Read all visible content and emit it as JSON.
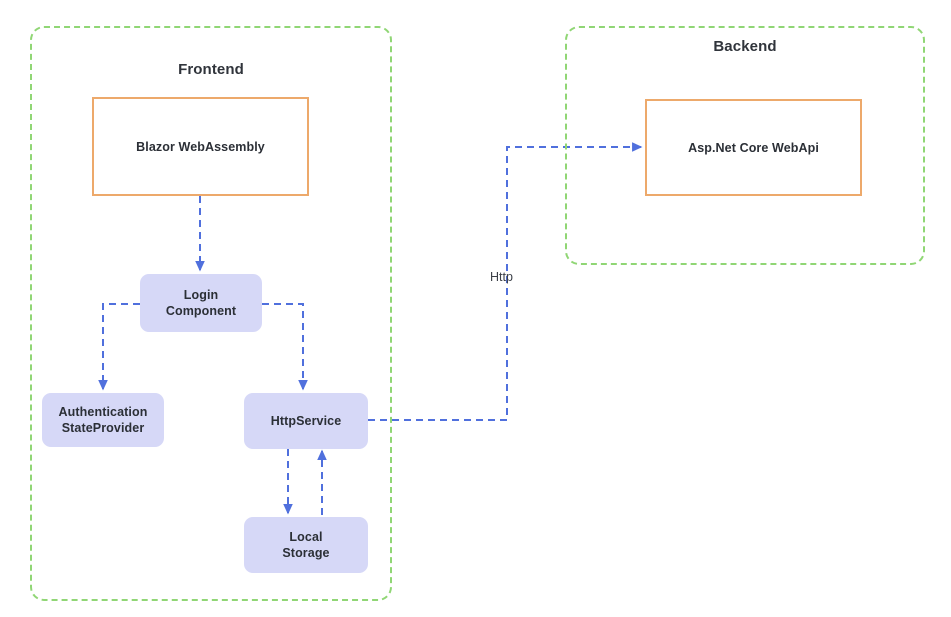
{
  "diagram": {
    "title_hidden": "",
    "colors": {
      "group_border": "#90d675",
      "rect_node_border": "#eda96b",
      "rect_node_fill": "#ffffff",
      "round_node_fill": "#d6d8f7",
      "edge": "#5070dd",
      "text": "#2b2f36",
      "background": "#ffffff"
    },
    "groups": [
      {
        "id": "frontend",
        "label": "Frontend"
      },
      {
        "id": "backend",
        "label": "Backend"
      }
    ],
    "nodes": [
      {
        "id": "blazor",
        "label": "Blazor WebAssembly",
        "shape": "rect",
        "group": "frontend"
      },
      {
        "id": "login",
        "label": "Login\nComponent",
        "shape": "round",
        "group": "frontend"
      },
      {
        "id": "authprov",
        "label": "Authentication\nStateProvider",
        "shape": "round",
        "group": "frontend"
      },
      {
        "id": "httpsvc",
        "label": "HttpService",
        "shape": "round",
        "group": "frontend"
      },
      {
        "id": "storage",
        "label": "Local\nStorage",
        "shape": "round",
        "group": "frontend"
      },
      {
        "id": "webapi",
        "label": "Asp.Net Core WebApi",
        "shape": "rect",
        "group": "backend"
      }
    ],
    "node_labels": {
      "blazor": "Blazor WebAssembly",
      "login_line1": "Login",
      "login_line2": "Component",
      "authprov_line1": "Authentication",
      "authprov_line2": "StateProvider",
      "httpsvc": "HttpService",
      "storage_line1": "Local",
      "storage_line2": "Storage",
      "webapi": "Asp.Net Core WebApi"
    },
    "edges": [
      {
        "id": "e1",
        "from": "blazor",
        "to": "login",
        "label": "",
        "style": "dashed",
        "arrow": "end"
      },
      {
        "id": "e2",
        "from": "login",
        "to": "authprov",
        "label": "",
        "style": "dashed",
        "arrow": "end"
      },
      {
        "id": "e3",
        "from": "login",
        "to": "httpsvc",
        "label": "",
        "style": "dashed",
        "arrow": "end"
      },
      {
        "id": "e4",
        "from": "httpsvc",
        "to": "storage",
        "label": "",
        "style": "dashed",
        "arrow": "end"
      },
      {
        "id": "e5",
        "from": "storage",
        "to": "httpsvc",
        "label": "",
        "style": "dashed",
        "arrow": "end"
      },
      {
        "id": "e6",
        "from": "httpsvc",
        "to": "webapi",
        "label": "Http",
        "style": "dashed",
        "arrow": "end"
      }
    ],
    "edge_labels": {
      "http": "Http"
    }
  }
}
